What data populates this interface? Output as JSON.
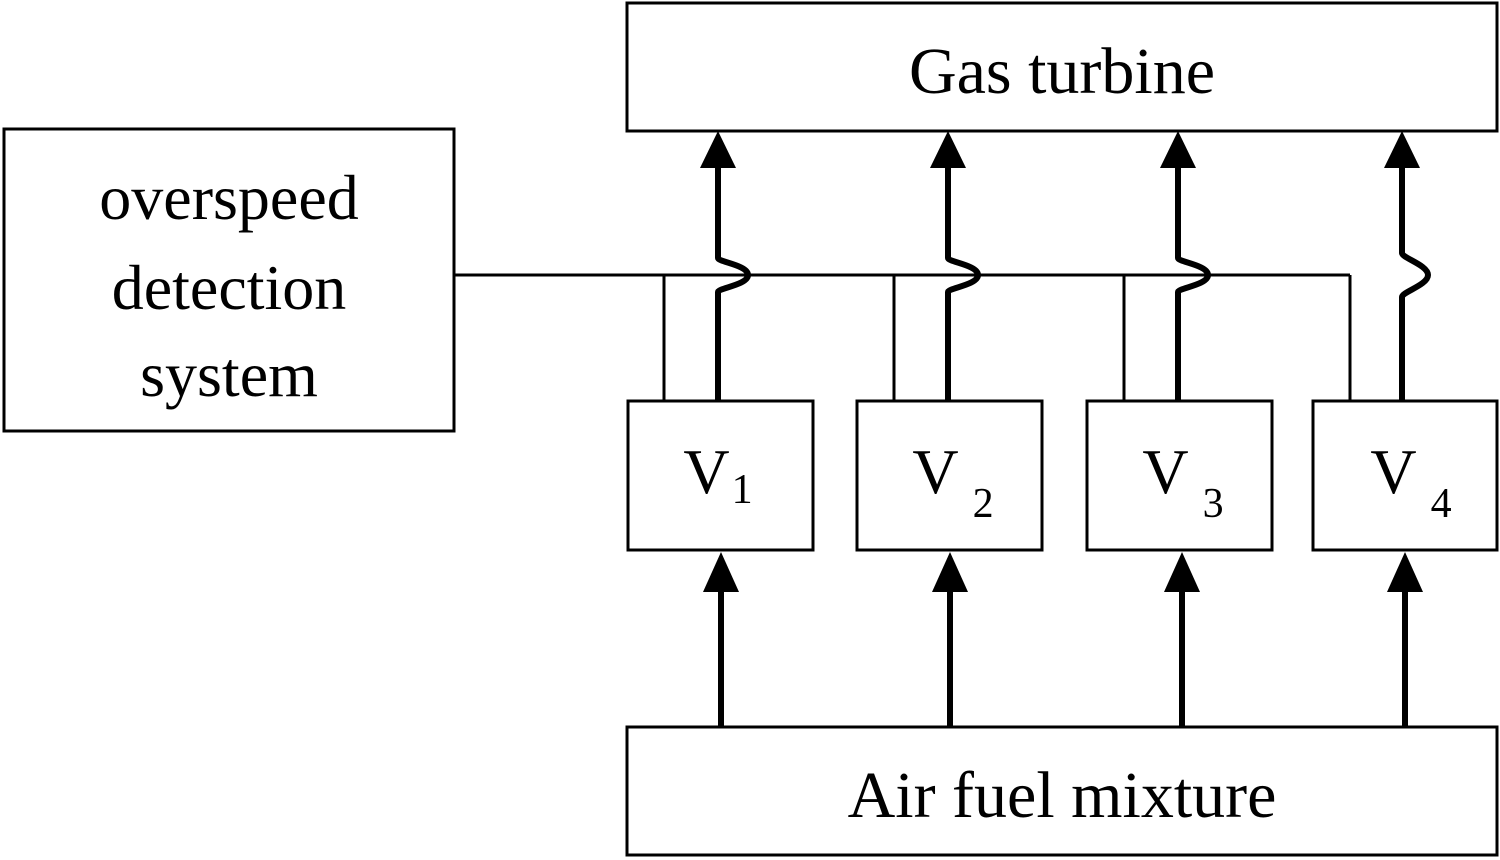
{
  "blocks": {
    "gas_turbine": "Gas turbine",
    "air_fuel": "Air fuel mixture",
    "overspeed_lines": [
      "overspeed",
      "detection",
      "system"
    ]
  },
  "valves": [
    {
      "main": "V",
      "sub": "1"
    },
    {
      "main": "V",
      "sub": "2"
    },
    {
      "main": "V",
      "sub": "3"
    },
    {
      "main": "V",
      "sub": "4"
    }
  ]
}
